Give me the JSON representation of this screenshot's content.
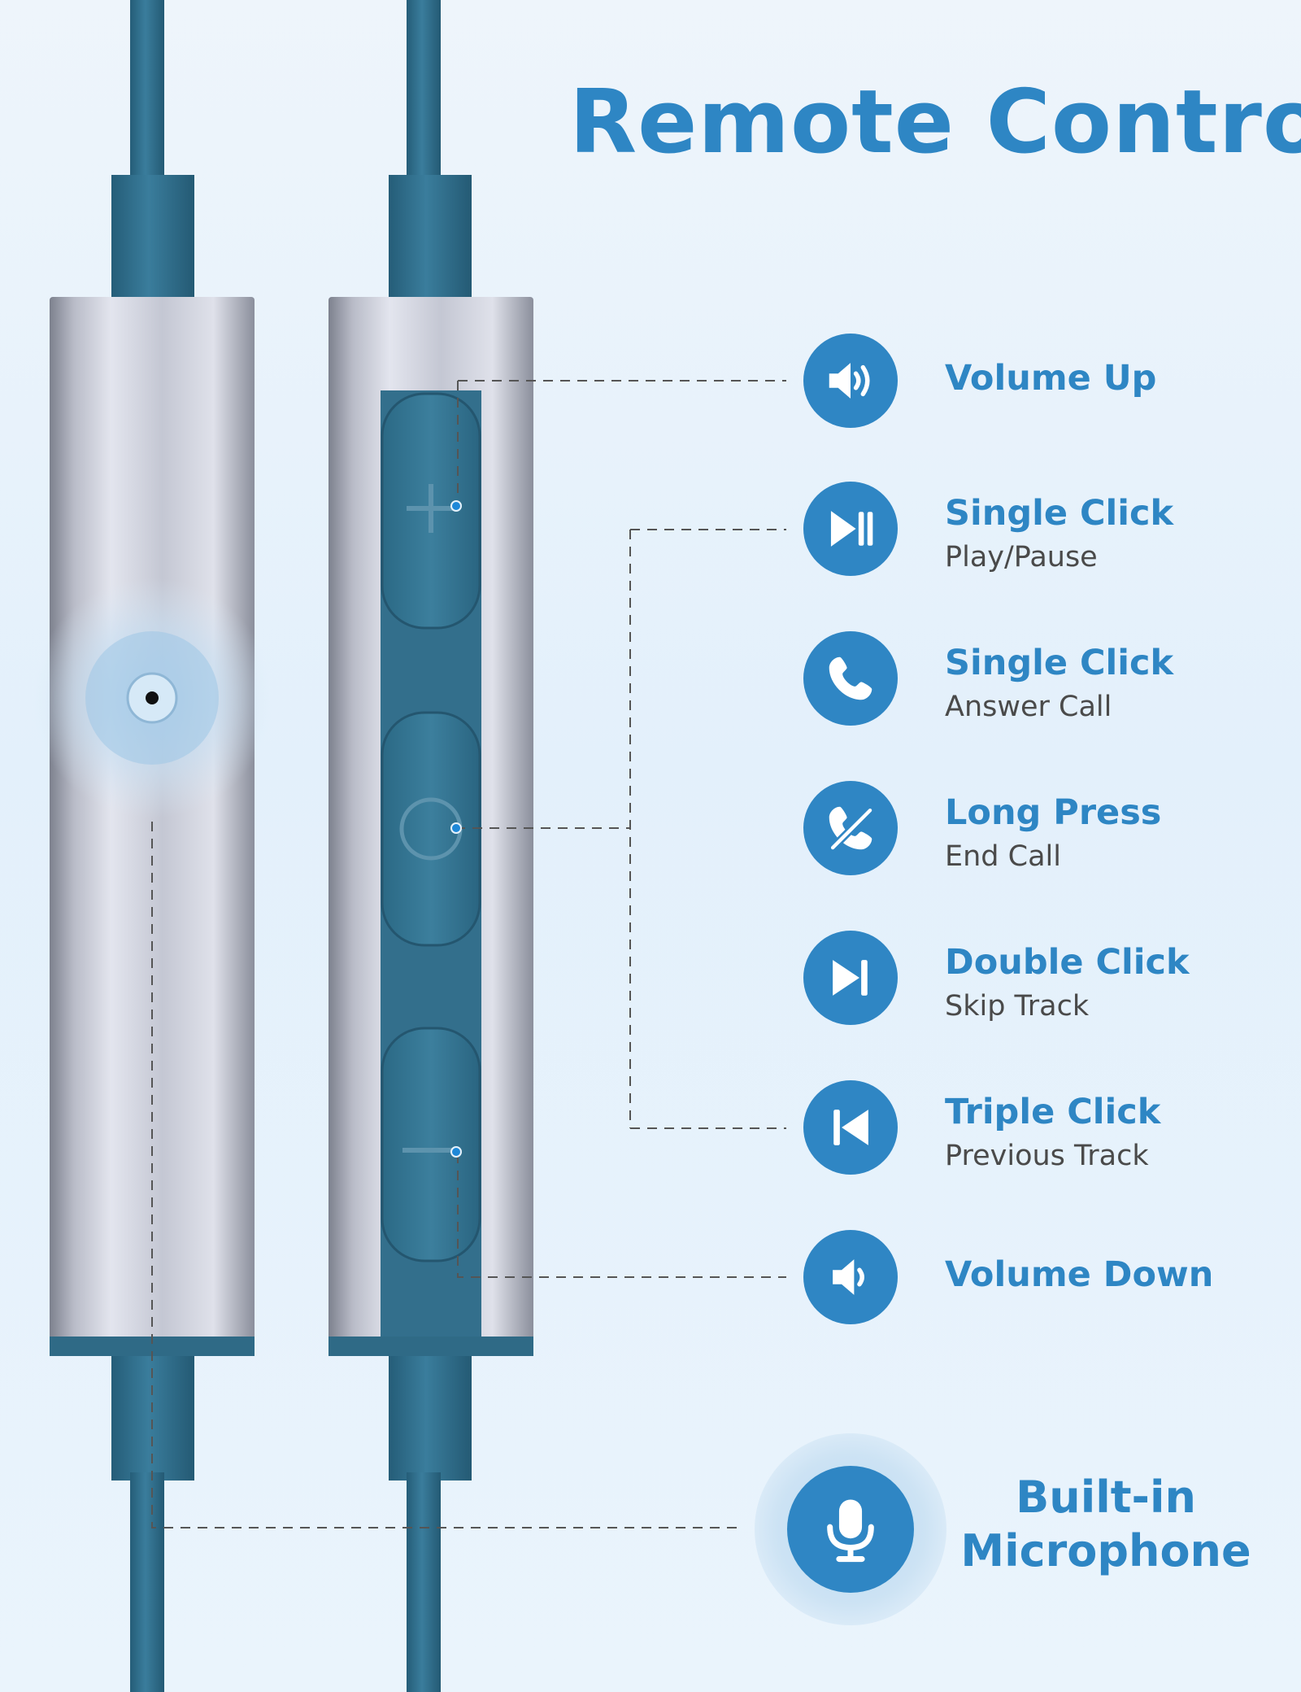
{
  "title": "Remote Control",
  "colors": {
    "accent": "#2e86c4",
    "cable": "#2e6e8c",
    "housing": "#c9ccd6",
    "sub_text": "#4a4a4a"
  },
  "features": [
    {
      "icon": "volume-up-icon",
      "label": "Volume Up",
      "sublabel": ""
    },
    {
      "icon": "play-pause-icon",
      "label": "Single Click",
      "sublabel": "Play/Pause"
    },
    {
      "icon": "phone-icon",
      "label": "Single Click",
      "sublabel": "Answer Call"
    },
    {
      "icon": "end-call-icon",
      "label": "Long Press",
      "sublabel": "End Call"
    },
    {
      "icon": "skip-forward-icon",
      "label": "Double Click",
      "sublabel": "Skip Track"
    },
    {
      "icon": "skip-back-icon",
      "label": "Triple Click",
      "sublabel": "Previous Track"
    },
    {
      "icon": "volume-down-icon",
      "label": "Volume Down",
      "sublabel": ""
    }
  ],
  "microphone": {
    "icon": "microphone-icon",
    "label_line1": "Built-in",
    "label_line2": "Microphone"
  }
}
